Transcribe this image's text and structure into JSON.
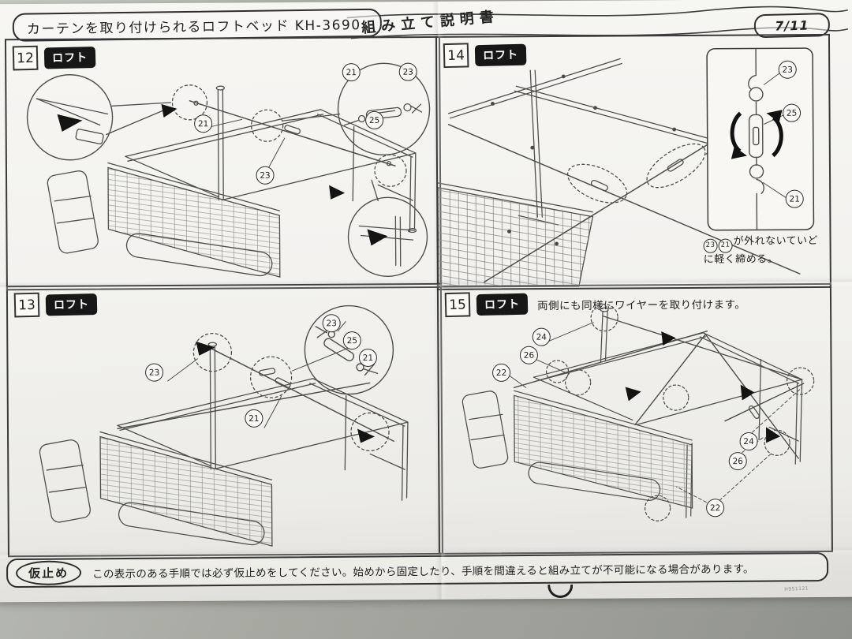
{
  "page": {
    "title": "カーテンを取り付けられるロフトベッド KH-3690",
    "doc_type": "組み立て説明書",
    "page_number": "7/11",
    "print_code": "H951121"
  },
  "steps": [
    {
      "number": "12",
      "badge": "ロフト",
      "callouts": {
        "c21": "21",
        "c23": "23"
      },
      "detail": {
        "c21": "21",
        "c23": "23",
        "c25": "25"
      }
    },
    {
      "number": "13",
      "badge": "ロフト",
      "callouts": {
        "c23": "23",
        "c21": "21"
      },
      "detail": {
        "c23": "23",
        "c25": "25",
        "c21": "21"
      }
    },
    {
      "number": "14",
      "badge": "ロフト",
      "inset": {
        "c23": "23",
        "c25": "25",
        "c21": "21"
      },
      "note": {
        "p1": "23",
        "p2": "21",
        "t1": "が外れないていど",
        "t2": "に軽く締める。"
      }
    },
    {
      "number": "15",
      "badge": "ロフト",
      "instruction": "両側にも同様にワイヤーを取り付けます。",
      "left": {
        "c24": "24",
        "c26": "26",
        "c22": "22"
      },
      "right": {
        "c24": "24",
        "c26": "26",
        "c22": "22"
      }
    }
  ],
  "footer": {
    "label": "仮止め",
    "text": "この表示のある手順では必ず仮止めをしてください。始めから固定したり、手順を間違えると組み立てが不可能になる場合があります。"
  }
}
